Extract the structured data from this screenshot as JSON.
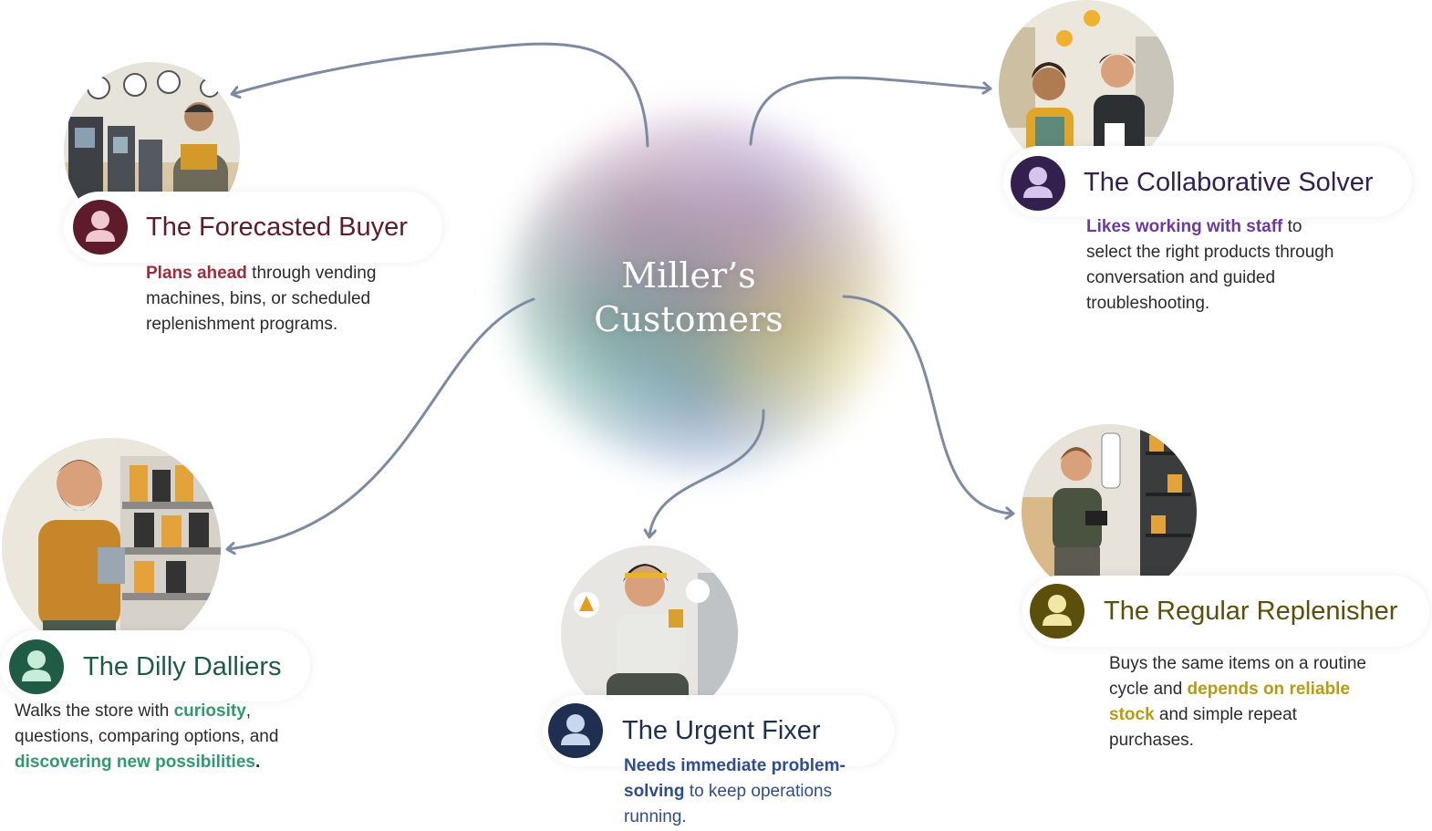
{
  "hub": {
    "line1": "Miller’s",
    "line2": "Customers"
  },
  "personas": {
    "forecasted": {
      "title": "The Forecasted Buyer",
      "color": "#5e1b2a",
      "accent": "#9b2d3f",
      "d1": "Plans ahead",
      "d2": " through vending machines, bins, or scheduled replenishment programs."
    },
    "collaborative": {
      "title": "The Collaborative Solver",
      "color": "#33204f",
      "accent": "#6b3b98",
      "d1": "Likes working with staff",
      "d2": " to select the right products through conversation and guided troubleshooting."
    },
    "dilly": {
      "title": "The Dilly Dalliers",
      "color": "#1f5b45",
      "accent": "#2f9a6e",
      "d0": "Walks the store with ",
      "d1": "curiosity",
      "d2": ", questions, comparing options, and ",
      "d3": "discovering new possibilities",
      "d4": "."
    },
    "urgent": {
      "title": "The Urgent Fixer",
      "color": "#1f2f52",
      "accent": "#2f4d8a",
      "d1": "Needs immediate problem-solving",
      "d2": " to keep operations running."
    },
    "regular": {
      "title": "The Regular Replenisher",
      "color": "#5c4f0c",
      "accent": "#b89a14",
      "d0": "Buys the same items on a routine cycle and ",
      "d1": "depends on reliable stock",
      "d2": " and simple repeat purchases."
    }
  }
}
